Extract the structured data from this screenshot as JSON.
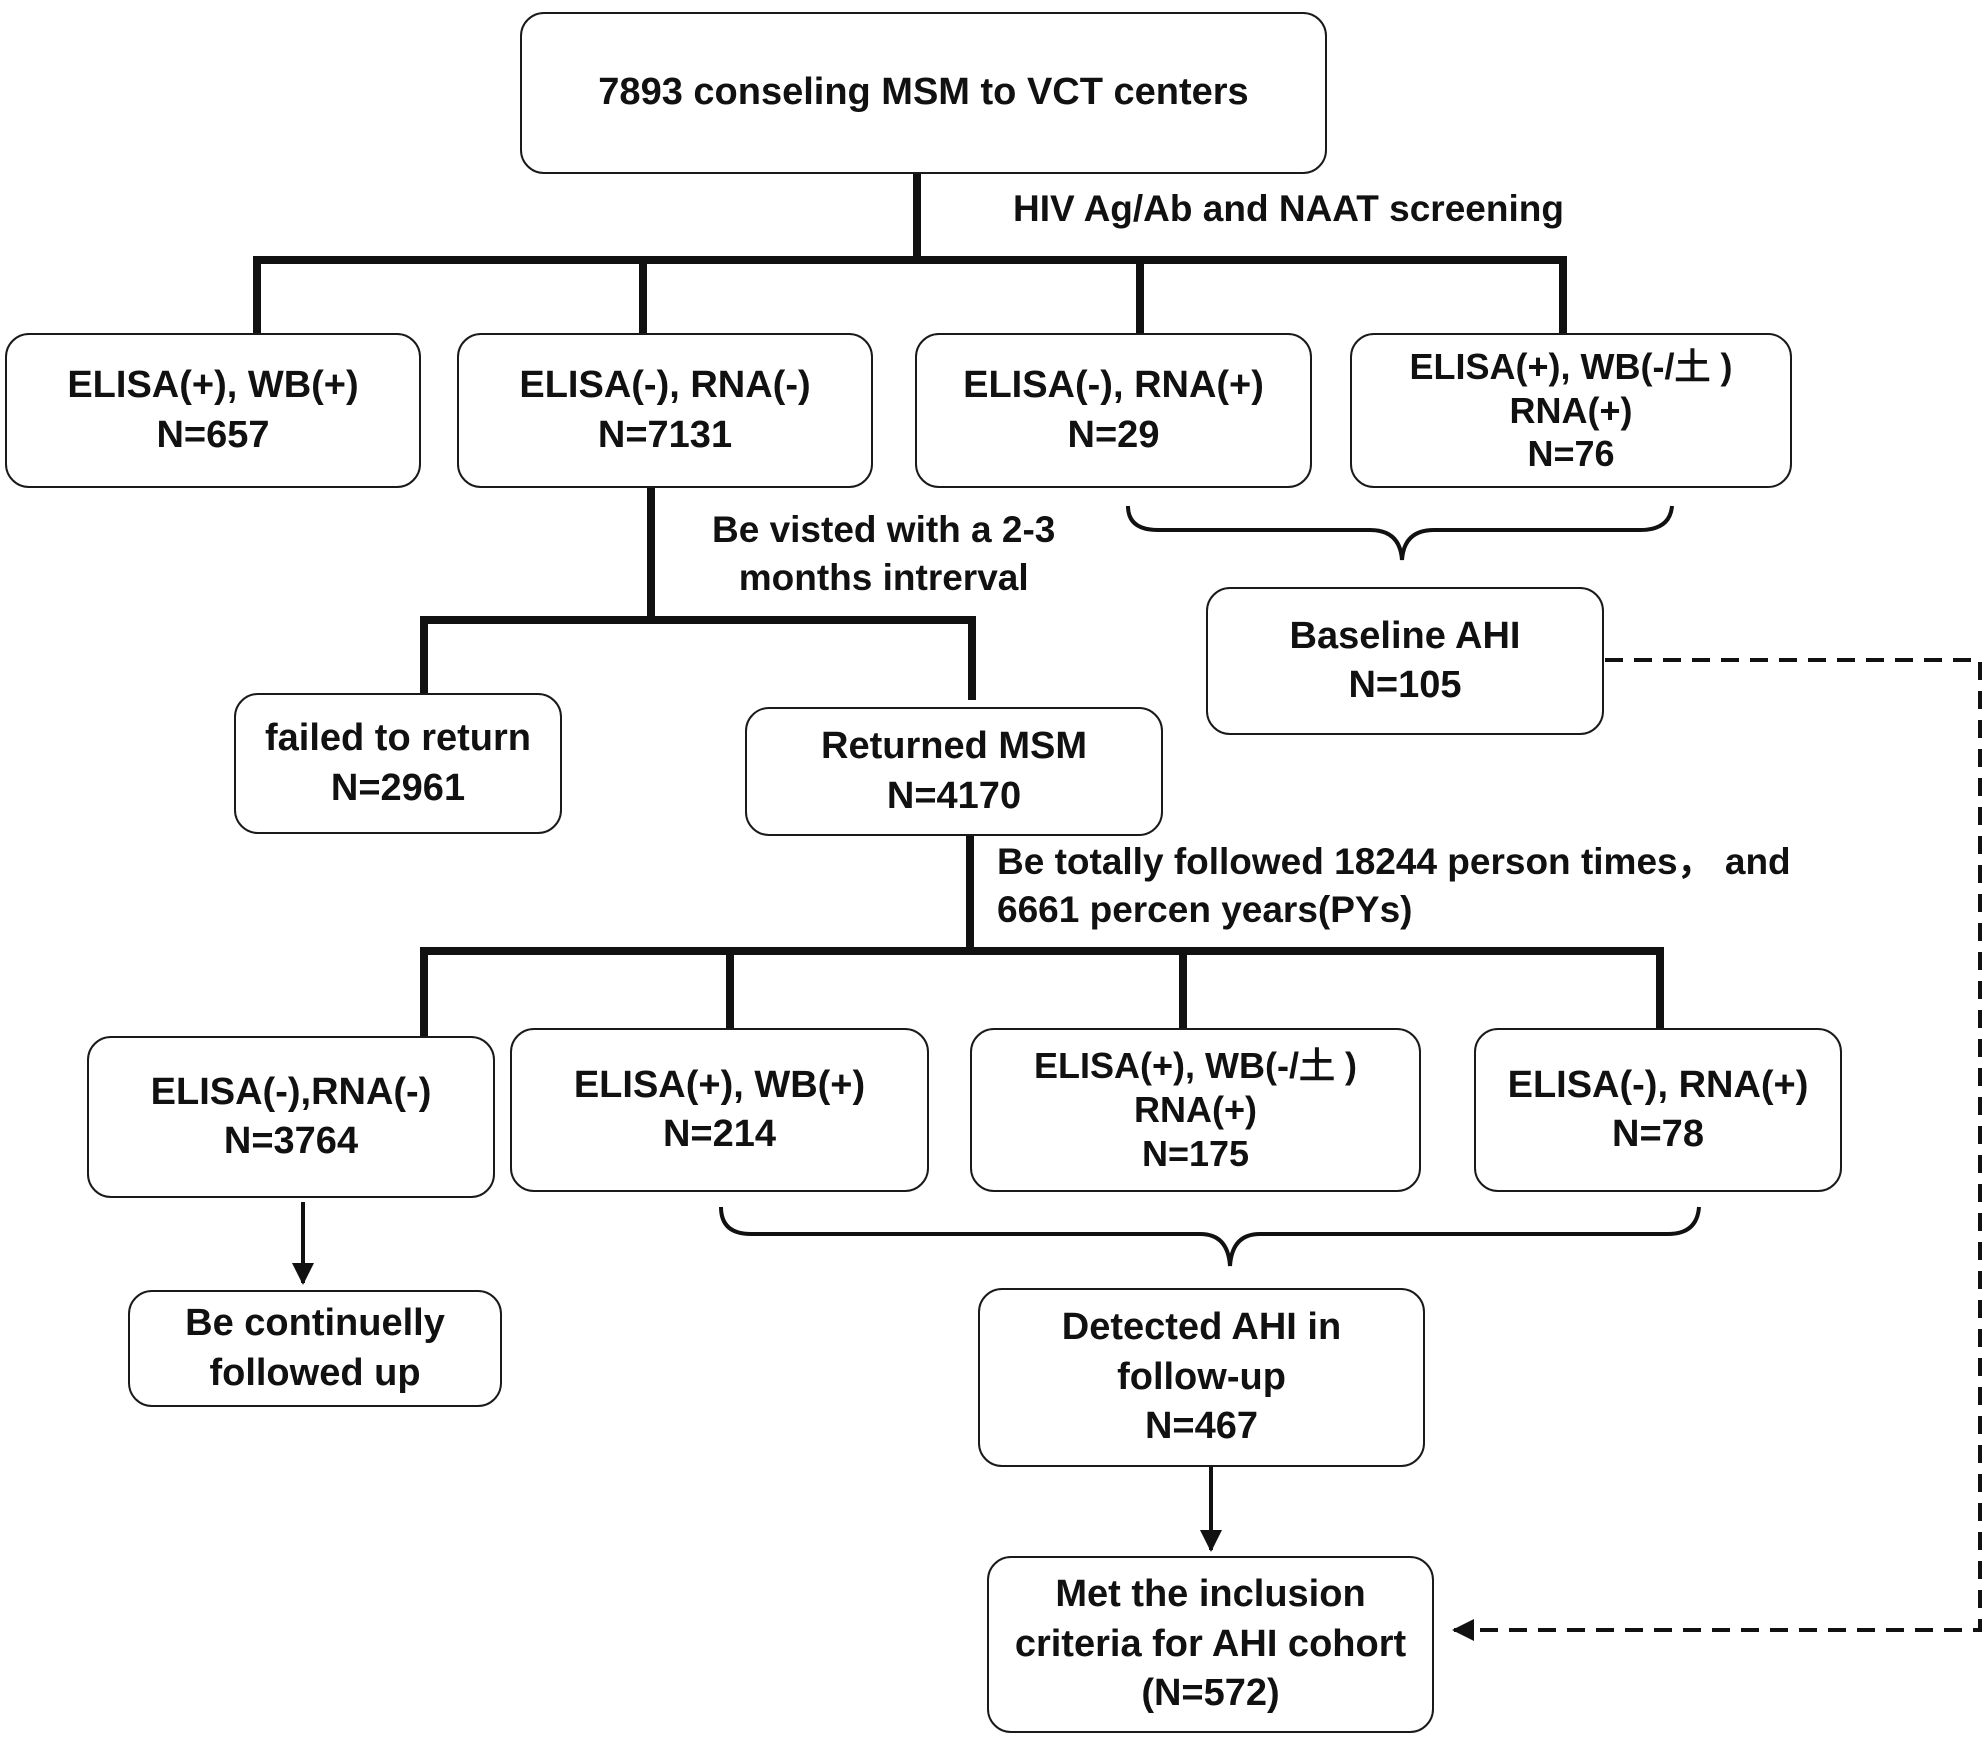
{
  "top": {
    "line1": "7893 conseling MSM to VCT centers"
  },
  "screening_note": "HIV Ag/Ab and NAAT screening",
  "row1": [
    {
      "lines": [
        "ELISA(+), WB(+)",
        "N=657"
      ]
    },
    {
      "lines": [
        "ELISA(-), RNA(-)",
        "N=7131"
      ]
    },
    {
      "lines": [
        "ELISA(-), RNA(+)",
        "N=29"
      ]
    },
    {
      "lines": [
        "ELISA(+), WB(-/土 )",
        "RNA(+)",
        "N=76"
      ]
    }
  ],
  "visit_note": [
    "Be visted with a 2-3",
    "months intrerval"
  ],
  "baseline": {
    "lines": [
      "Baseline AHI",
      "N=105"
    ]
  },
  "failed": {
    "lines": [
      "failed to return",
      "N=2961"
    ]
  },
  "returned": {
    "lines": [
      "Returned MSM",
      "N=4170"
    ]
  },
  "followed_note": [
    "Be totally followed 18244 person times， and",
    "6661 percen years(PYs)"
  ],
  "row2": [
    {
      "lines": [
        "ELISA(-),RNA(-)",
        "N=3764"
      ]
    },
    {
      "lines": [
        "ELISA(+), WB(+)",
        "N=214"
      ]
    },
    {
      "lines": [
        "ELISA(+), WB(-/土 )",
        "RNA(+)",
        "N=175"
      ]
    },
    {
      "lines": [
        "ELISA(-), RNA(+)",
        "N=78"
      ]
    }
  ],
  "continued": {
    "lines": [
      "Be continuelly",
      "followed up"
    ]
  },
  "detected": {
    "lines": [
      "Detected AHI in",
      "follow-up",
      "N=467"
    ]
  },
  "final": {
    "lines": [
      "Met the inclusion",
      "criteria for AHI cohort",
      "(N=572)"
    ]
  }
}
